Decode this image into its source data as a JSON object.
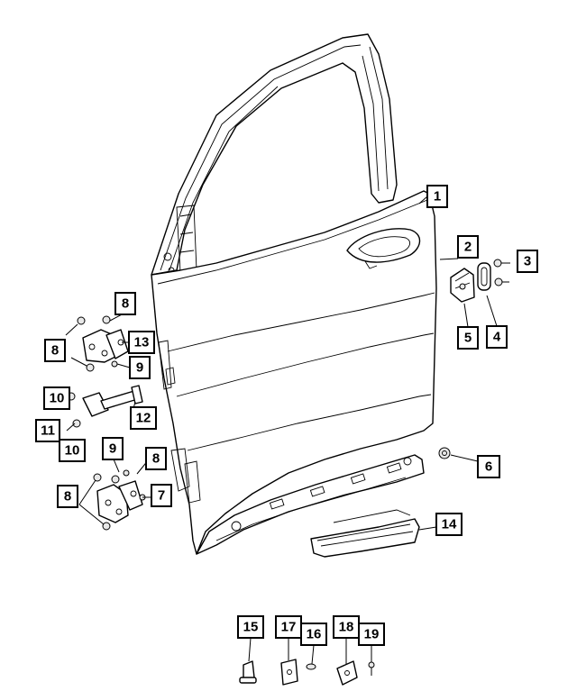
{
  "diagram": {
    "callouts": {
      "c1": "1",
      "c2": "2",
      "c3": "3",
      "c4": "4",
      "c5": "5",
      "c6": "6",
      "c7": "7",
      "c8a": "8",
      "c8b": "8",
      "c8c": "8",
      "c8d": "8",
      "c9a": "9",
      "c9b": "9",
      "c10a": "10",
      "c10b": "10",
      "c11": "11",
      "c12": "12",
      "c13": "13",
      "c14": "14",
      "c15": "15",
      "c16": "16",
      "c17": "17",
      "c18": "18",
      "c19": "19"
    },
    "parts": {
      "door_shell": "door-shell",
      "door_handle_opening": "door-handle-opening",
      "latch_assembly": "door-latch",
      "striker": "striker",
      "screw": "screw",
      "plug": "plug",
      "upper_hinge": "upper-hinge",
      "lower_hinge": "lower-hinge",
      "door_check": "door-check",
      "applique": "applique",
      "nut": "nut",
      "clip": "clip",
      "bracket": "bracket"
    }
  }
}
